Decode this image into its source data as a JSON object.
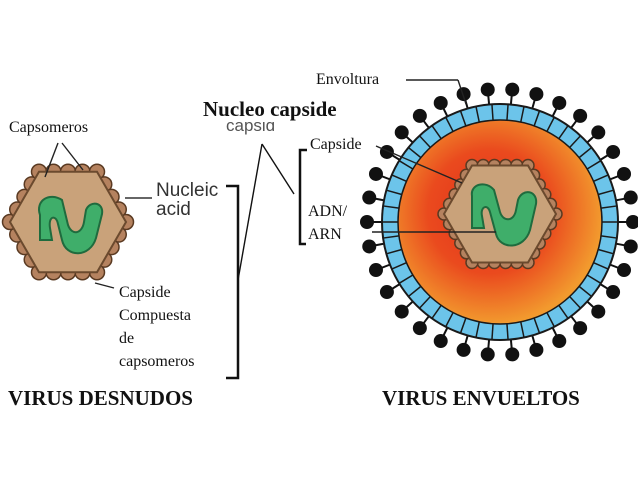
{
  "naked_virus": {
    "capsomeros_label": "Capsomeros",
    "nucleic_label_line1": "Nucleic",
    "nucleic_label_line2": "acid",
    "capside_label_lines": [
      "Capside",
      "Compuesta",
      "de",
      "capsomeros"
    ],
    "title": "VIRUS DESNUDOS"
  },
  "nucleocapsid": {
    "title": "Nucleo capside",
    "faded_label": "capsid",
    "capside_label": "Capside",
    "genome_label_line1": "ADN/",
    "genome_label_line2": "ARN"
  },
  "enveloped_virus": {
    "envelope_label": "Envoltura",
    "title": "VIRUS ENVUELTOS"
  },
  "colors": {
    "capsid_body": "#c9a27a",
    "capsomer_fill": "#b5825f",
    "capsomer_stroke": "#5a3a22",
    "nucleic_acid": "#3fae6a",
    "envelope_blue": "#6cc4ea",
    "spike_black": "#111111",
    "orange_outer": "#f08a2a",
    "orange_inner": "#e8401c"
  }
}
